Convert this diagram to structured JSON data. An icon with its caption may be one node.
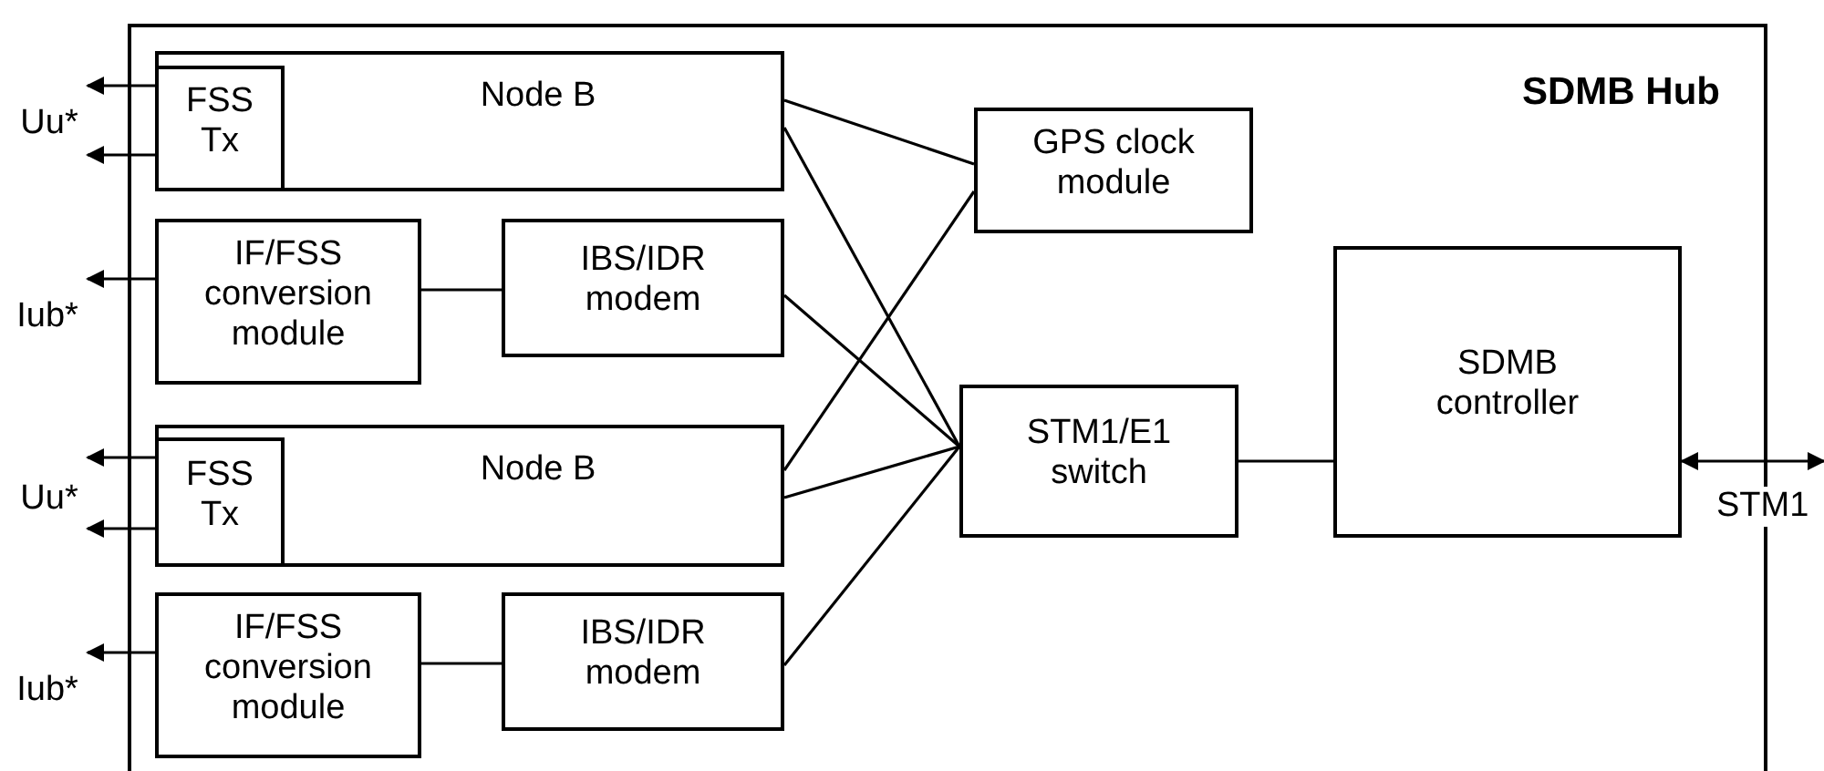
{
  "diagram": {
    "nodes": [
      {
        "text": [
          "SDMB Hub"
        ]
      },
      {
        "text": [
          "Node B"
        ],
        "in": 0
      },
      {
        "text": [
          "FSS Tx"
        ],
        "in": 1
      },
      {
        "text": [
          "IF/FSS conversion module"
        ],
        "in": 0
      },
      {
        "text": [
          "IBS/IDR modem"
        ],
        "in": 0
      },
      {
        "text": [
          "Node B"
        ],
        "in": 0
      },
      {
        "text": [
          "FSS Tx"
        ],
        "in": 5
      },
      {
        "text": [
          "IF/FSS conversion module"
        ],
        "in": 0
      },
      {
        "text": [
          "IBS/IDR modem"
        ],
        "in": 0
      },
      {
        "text": [
          "GPS clock module"
        ],
        "in": 0
      },
      {
        "text": [
          "STM1/E1 switch"
        ],
        "in": 0
      },
      {
        "text": [
          "SDMB controller"
        ],
        "in": 0
      },
      {
        "text": [
          "Uu*"
        ]
      },
      {
        "text": [
          "Iub*"
        ]
      },
      {
        "text": [
          "Uu*"
        ]
      },
      {
        "text": [
          "Iub*"
        ]
      }
    ],
    "edges": [
      {
        "from": 2,
        "to": 12,
        "arrow": "to"
      },
      {
        "from": 2,
        "to": 12,
        "arrow": "to"
      },
      {
        "from": 3,
        "to": 13,
        "arrow": "to"
      },
      {
        "from": 6,
        "to": 14,
        "arrow": "to"
      },
      {
        "from": 6,
        "to": 14,
        "arrow": "to"
      },
      {
        "from": 7,
        "to": 15,
        "arrow": "to"
      },
      {
        "from": 3,
        "to": 4,
        "arrow": "none"
      },
      {
        "from": 7,
        "to": 8,
        "arrow": "none"
      },
      {
        "from": 1,
        "to": 9,
        "arrow": "none"
      },
      {
        "from": 1,
        "to": 10,
        "arrow": "none"
      },
      {
        "from": 4,
        "to": 10,
        "arrow": "none"
      },
      {
        "from": 5,
        "to": 9,
        "arrow": "none"
      },
      {
        "from": 5,
        "to": 10,
        "arrow": "none"
      },
      {
        "from": 8,
        "to": 10,
        "arrow": "none"
      },
      {
        "from": 10,
        "to": 11,
        "arrow": "none"
      },
      {
        "from": 11,
        "to": null,
        "arrow": "both",
        "label": "STM1"
      }
    ]
  }
}
